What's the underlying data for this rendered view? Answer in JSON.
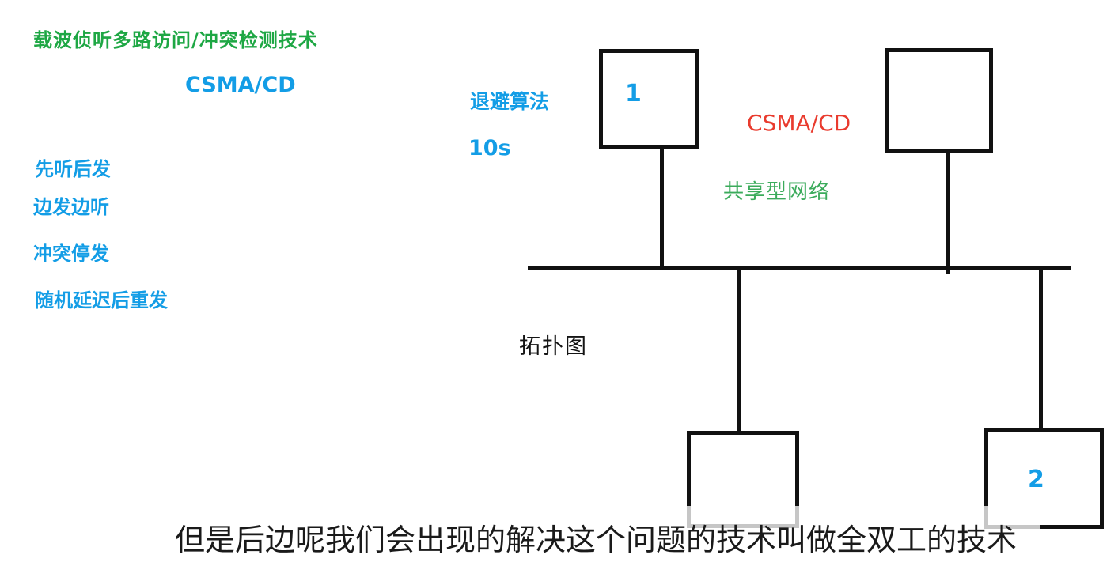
{
  "colors": {
    "annotation_blue": "#139de6",
    "annotation_green": "#1ea744",
    "annotation_light_green": "#3bab5b",
    "annotation_red": "#e93b2e",
    "stroke_ink": "#111111",
    "faded_stroke_under_subtitle": "#c9c9c9"
  },
  "board": {
    "title": "载波侦听多路访问/冲突检测技术",
    "csma_label": "CSMA/CD",
    "rules": [
      "先听后发",
      "边发边听",
      "冲突停发",
      "随机延迟后重发"
    ],
    "backoff_label": "退避算法",
    "backoff_time": "10s"
  },
  "diagram": {
    "csma_label": "CSMA/CD",
    "shared_network_label": "共享型网络",
    "topology_label": "拓扑图",
    "node_top_left_label": "1",
    "node_bottom_right_label": "2"
  },
  "subtitle": {
    "text": "但是后边呢我们会出现的解决这个问题的技术叫做全双工的技术"
  }
}
